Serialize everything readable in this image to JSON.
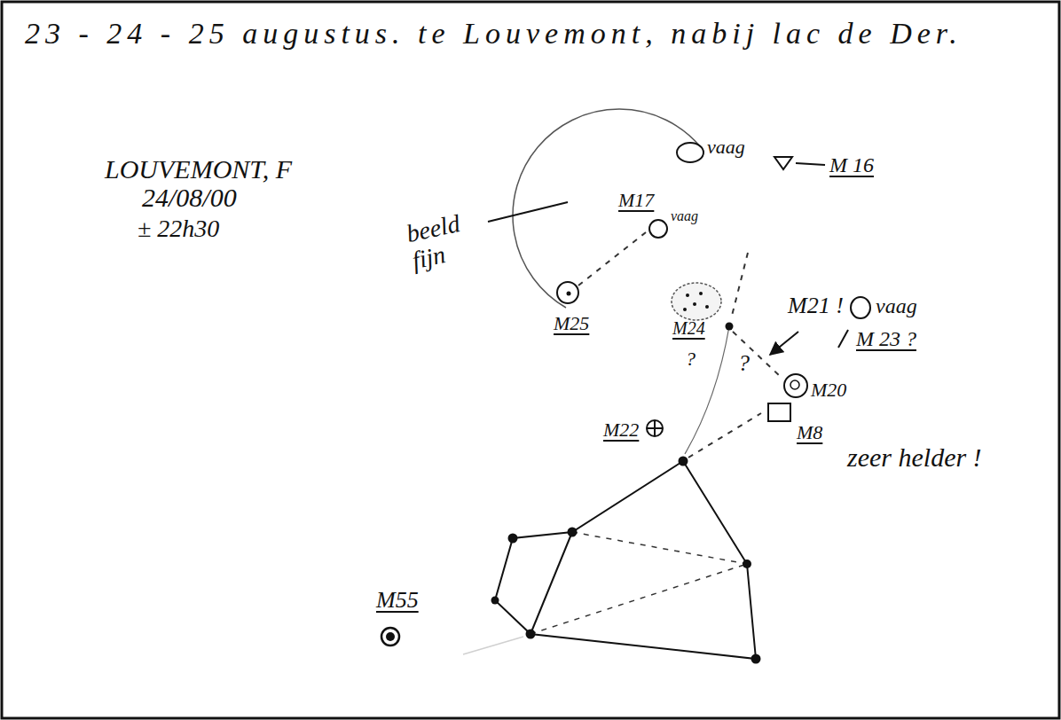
{
  "diagram": {
    "title": "23 - 24 - 25 augustus. te Louvemont, nabij lac de Der.",
    "labels": [
      "LOUVEMONT, F",
      "24/08/00",
      "± 22h30",
      "vaag",
      "M 16",
      "M17",
      "vaag",
      "beeld fijn",
      "M21 !",
      "vaag",
      "M 23 ?",
      "M25",
      "M24",
      "?",
      "?",
      "M20",
      "M8",
      "zeer helder !",
      "M22",
      "M55"
    ]
  }
}
